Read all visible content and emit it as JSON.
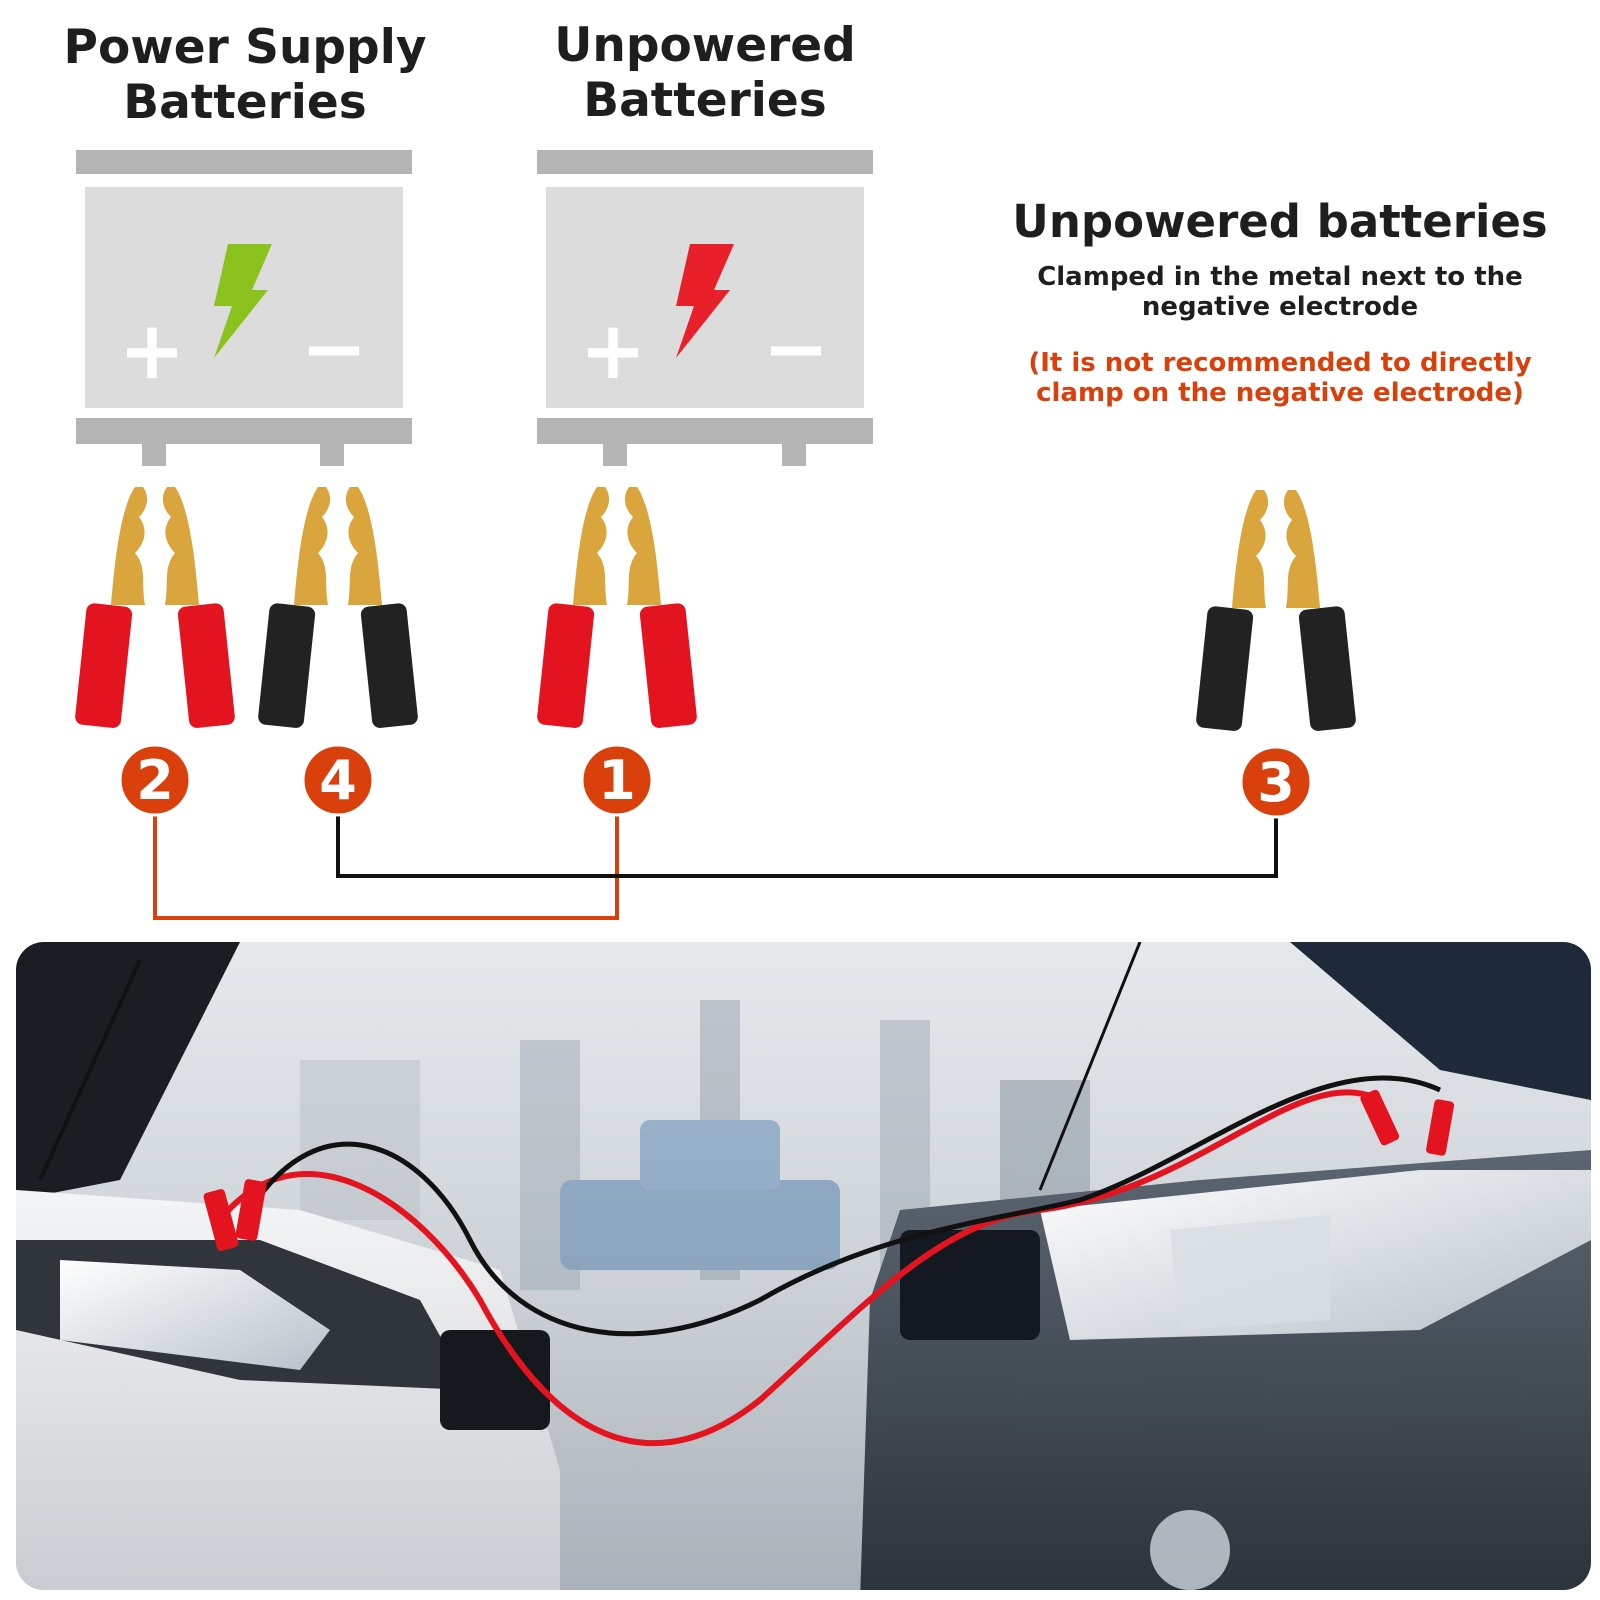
{
  "headings": {
    "supply": "Power Supply\nBatteries",
    "unpowered": "Unpowered\nBatteries"
  },
  "note": {
    "title": "Unpowered batteries",
    "line1": "Clamped in the metal next to the\nnegative electrode",
    "warning": "(It is not recommended to directly\nclamp on the negative electrode)"
  },
  "batteries": [
    {
      "name": "power-supply",
      "plus": "+",
      "minus": "−",
      "bolt_color": "#8cc21e"
    },
    {
      "name": "unpowered",
      "plus": "+",
      "minus": "−",
      "bolt_color": "#e8202a"
    }
  ],
  "markers": [
    "2",
    "4",
    "1",
    "3"
  ],
  "colors": {
    "marker": "#d9400c",
    "red_cable": "#d9400c",
    "black_cable": "#111111",
    "clamp_jaw": "#d9a53c",
    "clamp_red": "#e3141f",
    "clamp_black": "#222222",
    "battery_body": "#dcdcdc",
    "battery_rail": "#b4b4b4"
  },
  "photo": {
    "icon": "jump-start-cars-photo"
  }
}
